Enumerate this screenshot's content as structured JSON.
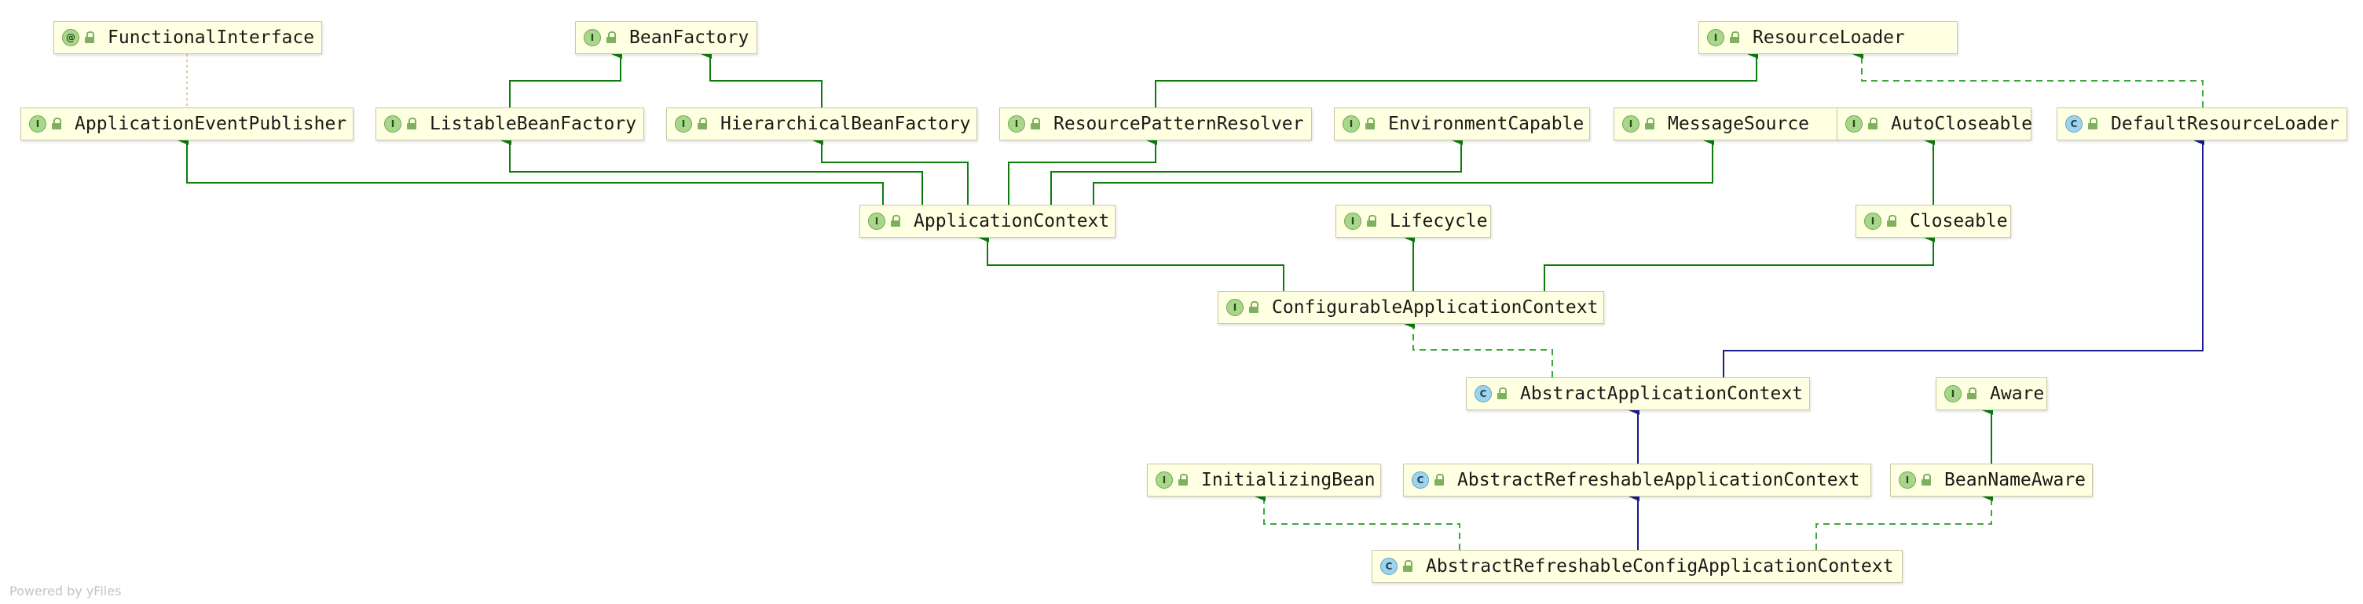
{
  "diagram": {
    "nodes": [
      {
        "id": "functionalinterface",
        "label": "FunctionalInterface",
        "kind": "annotation",
        "glyph": "@"
      },
      {
        "id": "beanfactory",
        "label": "BeanFactory",
        "kind": "interface",
        "glyph": "I"
      },
      {
        "id": "resourceloader",
        "label": "ResourceLoader",
        "kind": "interface",
        "glyph": "I"
      },
      {
        "id": "applicationeventpublisher",
        "label": "ApplicationEventPublisher",
        "kind": "interface",
        "glyph": "I"
      },
      {
        "id": "listablebeanfactory",
        "label": "ListableBeanFactory",
        "kind": "interface",
        "glyph": "I"
      },
      {
        "id": "hierarchicalbeanfactory",
        "label": "HierarchicalBeanFactory",
        "kind": "interface",
        "glyph": "I"
      },
      {
        "id": "resourcepatternresolver",
        "label": "ResourcePatternResolver",
        "kind": "interface",
        "glyph": "I"
      },
      {
        "id": "environmentcapable",
        "label": "EnvironmentCapable",
        "kind": "interface",
        "glyph": "I"
      },
      {
        "id": "messagesource",
        "label": "MessageSource",
        "kind": "interface",
        "glyph": "I"
      },
      {
        "id": "autocloseable",
        "label": "AutoCloseable",
        "kind": "interface",
        "glyph": "I"
      },
      {
        "id": "defaultresourceloader",
        "label": "DefaultResourceLoader",
        "kind": "class",
        "glyph": "C"
      },
      {
        "id": "applicationcontext",
        "label": "ApplicationContext",
        "kind": "interface",
        "glyph": "I"
      },
      {
        "id": "lifecycle",
        "label": "Lifecycle",
        "kind": "interface",
        "glyph": "I"
      },
      {
        "id": "closeable",
        "label": "Closeable",
        "kind": "interface",
        "glyph": "I"
      },
      {
        "id": "configurableapplicationcontext",
        "label": "ConfigurableApplicationContext",
        "kind": "interface",
        "glyph": "I"
      },
      {
        "id": "abstractapplicationcontext",
        "label": "AbstractApplicationContext",
        "kind": "class",
        "glyph": "C"
      },
      {
        "id": "aware",
        "label": "Aware",
        "kind": "interface",
        "glyph": "I"
      },
      {
        "id": "initializingbean",
        "label": "InitializingBean",
        "kind": "interface",
        "glyph": "I"
      },
      {
        "id": "abstractrefreshableapplicationcontext",
        "label": "AbstractRefreshableApplicationContext",
        "kind": "class",
        "glyph": "C"
      },
      {
        "id": "beannameaware",
        "label": "BeanNameAware",
        "kind": "interface",
        "glyph": "I"
      },
      {
        "id": "abstractrefreshableconfigapplicationcontext",
        "label": "AbstractRefreshableConfigApplicationContext",
        "kind": "class",
        "glyph": "C"
      }
    ],
    "edges": [
      {
        "from": "functionalinterface",
        "to": "applicationeventpublisher",
        "type": "annotation"
      },
      {
        "from": "listablebeanfactory",
        "to": "beanfactory",
        "type": "extends"
      },
      {
        "from": "hierarchicalbeanfactory",
        "to": "beanfactory",
        "type": "extends"
      },
      {
        "from": "resourcepatternresolver",
        "to": "resourceloader",
        "type": "extends"
      },
      {
        "from": "defaultresourceloader",
        "to": "resourceloader",
        "type": "implements"
      },
      {
        "from": "applicationcontext",
        "to": "applicationeventpublisher",
        "type": "extends"
      },
      {
        "from": "applicationcontext",
        "to": "listablebeanfactory",
        "type": "extends"
      },
      {
        "from": "applicationcontext",
        "to": "hierarchicalbeanfactory",
        "type": "extends"
      },
      {
        "from": "applicationcontext",
        "to": "resourcepatternresolver",
        "type": "extends"
      },
      {
        "from": "applicationcontext",
        "to": "environmentcapable",
        "type": "extends"
      },
      {
        "from": "applicationcontext",
        "to": "messagesource",
        "type": "extends"
      },
      {
        "from": "closeable",
        "to": "autocloseable",
        "type": "extends"
      },
      {
        "from": "configurableapplicationcontext",
        "to": "applicationcontext",
        "type": "extends"
      },
      {
        "from": "configurableapplicationcontext",
        "to": "lifecycle",
        "type": "extends"
      },
      {
        "from": "configurableapplicationcontext",
        "to": "closeable",
        "type": "extends"
      },
      {
        "from": "abstractapplicationcontext",
        "to": "configurableapplicationcontext",
        "type": "implements"
      },
      {
        "from": "abstractapplicationcontext",
        "to": "defaultresourceloader",
        "type": "class-extends"
      },
      {
        "from": "abstractrefreshableapplicationcontext",
        "to": "abstractapplicationcontext",
        "type": "class-extends"
      },
      {
        "from": "beannameaware",
        "to": "aware",
        "type": "extends"
      },
      {
        "from": "abstractrefreshableconfigapplicationcontext",
        "to": "abstractrefreshableapplicationcontext",
        "type": "class-extends"
      },
      {
        "from": "abstractrefreshableconfigapplicationcontext",
        "to": "initializingbean",
        "type": "implements"
      },
      {
        "from": "abstractrefreshableconfigapplicationcontext",
        "to": "beannameaware",
        "type": "implements"
      }
    ]
  },
  "colors": {
    "interface_edge": "#0a7d0a",
    "class_edge": "#1a1a8c",
    "implements_edge": "#3aa83a",
    "annotation_edge": "#e0c9a0",
    "node_fill": "#ffffe1",
    "node_border": "#c8c8a8"
  },
  "watermark": "Powered by yFiles"
}
